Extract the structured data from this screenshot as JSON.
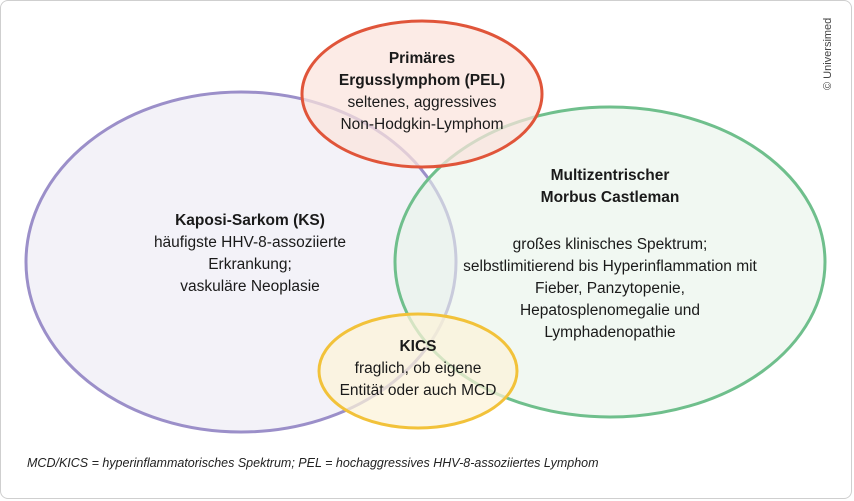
{
  "colors": {
    "ks": "#9b8fc9",
    "ks_fill": "#efedf6",
    "mcd": "#6fbf8c",
    "mcd_fill": "#e7f3ea",
    "pel": "#e0553a",
    "pel_fill": "#fbe3dc",
    "kics": "#f2c23a",
    "kics_fill": "#fcf3d8"
  },
  "sets": {
    "ks": {
      "title": "Kaposi-Sarkom (KS)",
      "lines": [
        "häufigste HHV-8-assoziierte",
        "Erkrankung;",
        "vaskuläre Neoplasie"
      ]
    },
    "mcd": {
      "title_lines": [
        "Multizentrischer",
        "Morbus Castleman"
      ],
      "lines": [
        "großes klinisches Spektrum;",
        "selbstlimitierend bis Hyperinflammation mit",
        "Fieber, Panzytopenie,",
        "Hepatosplenomegalie und",
        "Lymphadenopathie"
      ]
    },
    "pel": {
      "title_lines": [
        "Primäres",
        "Ergusslymphom (PEL)"
      ],
      "lines": [
        "seltenes, aggressives",
        "Non-Hodgkin-Lymphom"
      ]
    },
    "kics": {
      "title": "KICS",
      "lines": [
        "fraglich, ob eigene",
        "Entität oder auch MCD"
      ]
    }
  },
  "footnote": "MCD/KICS = hyperinflammatorisches Spektrum; PEL = hochaggressives HHV-8-assoziiertes Lymphom",
  "copyright": "© Universimed"
}
